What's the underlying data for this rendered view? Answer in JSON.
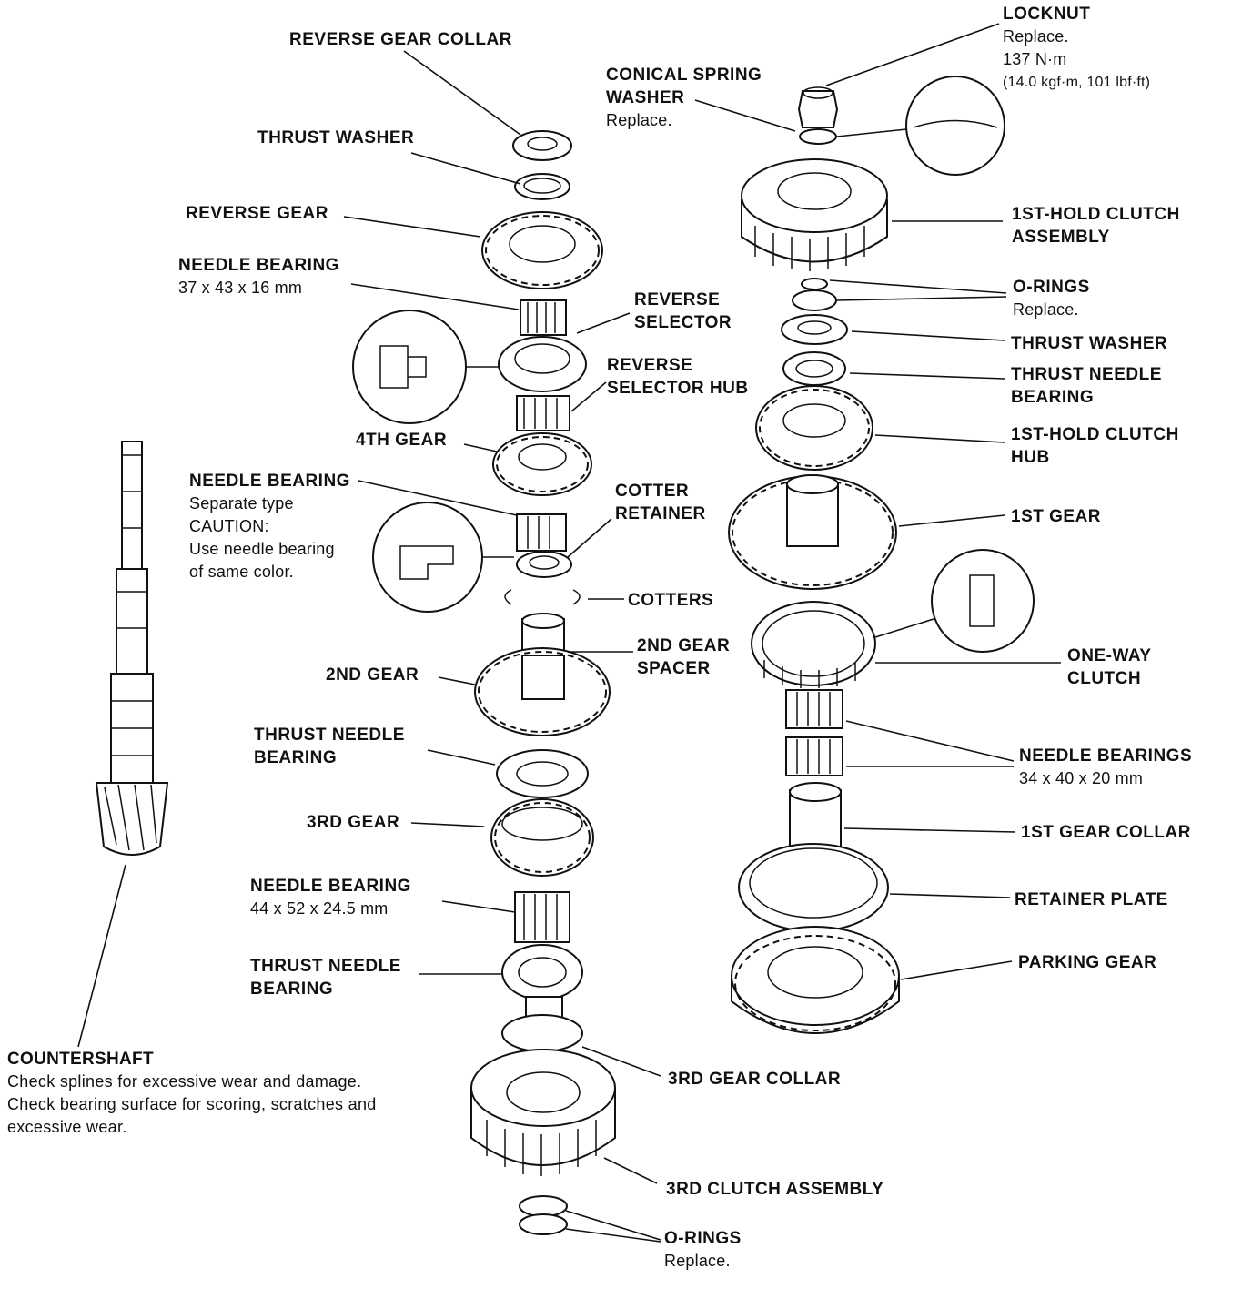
{
  "labels": {
    "reverse_gear_collar": "REVERSE GEAR COLLAR",
    "thrust_washer": "THRUST WASHER",
    "reverse_gear": "REVERSE GEAR",
    "needle_bearing_1": {
      "name": "NEEDLE BEARING",
      "size": "37 x 43 x 16 mm"
    },
    "reverse_selector": [
      "REVERSE",
      "SELECTOR"
    ],
    "reverse_selector_hub": [
      "REVERSE",
      "SELECTOR HUB"
    ],
    "fourth_gear": "4TH GEAR",
    "needle_bearing_2": {
      "name": "NEEDLE BEARING",
      "notes": [
        "Separate type",
        "CAUTION:",
        "Use needle bearing",
        "of same color."
      ]
    },
    "cotter_retainer": [
      "COTTER",
      "RETAINER"
    ],
    "cotters": "COTTERS",
    "second_gear": "2ND GEAR",
    "second_gear_spacer": [
      "2ND GEAR",
      "SPACER"
    ],
    "thrust_needle_bearing_1": [
      "THRUST NEEDLE",
      "BEARING"
    ],
    "third_gear": "3RD GEAR",
    "needle_bearing_3": {
      "name": "NEEDLE BEARING",
      "size": "44 x 52 x 24.5 mm"
    },
    "thrust_needle_bearing_2": [
      "THRUST NEEDLE",
      "BEARING"
    ],
    "third_gear_collar": "3RD GEAR COLLAR",
    "third_clutch_assembly": "3RD CLUTCH ASSEMBLY",
    "o_rings_bottom": {
      "name": "O-RINGS",
      "note": "Replace."
    },
    "locknut": {
      "name": "LOCKNUT",
      "notes": [
        "Replace.",
        "137 N·m",
        "(14.0 kgf·m, 101 lbf·ft)"
      ]
    },
    "conical_spring_washer": {
      "lines": [
        "CONICAL SPRING",
        "WASHER"
      ],
      "note": "Replace."
    },
    "first_hold_clutch_assembly": [
      "1ST-HOLD CLUTCH",
      "ASSEMBLY"
    ],
    "o_rings_top": {
      "name": "O-RINGS",
      "note": "Replace."
    },
    "thrust_washer_right": "THRUST WASHER",
    "thrust_needle_bearing_right": [
      "THRUST NEEDLE",
      "BEARING"
    ],
    "first_hold_clutch_hub": [
      "1ST-HOLD CLUTCH",
      "HUB"
    ],
    "first_gear": "1ST GEAR",
    "one_way_clutch": [
      "ONE-WAY",
      "CLUTCH"
    ],
    "needle_bearings": {
      "name": "NEEDLE BEARINGS",
      "size": "34 x 40 x 20 mm"
    },
    "first_gear_collar": "1ST GEAR COLLAR",
    "retainer_plate": "RETAINER PLATE",
    "parking_gear": "PARKING GEAR",
    "countershaft": {
      "name": "COUNTERSHAFT",
      "notes": [
        "Check splines for excessive wear and damage.",
        "Check bearing surface for scoring, scratches and",
        "excessive wear."
      ]
    }
  }
}
